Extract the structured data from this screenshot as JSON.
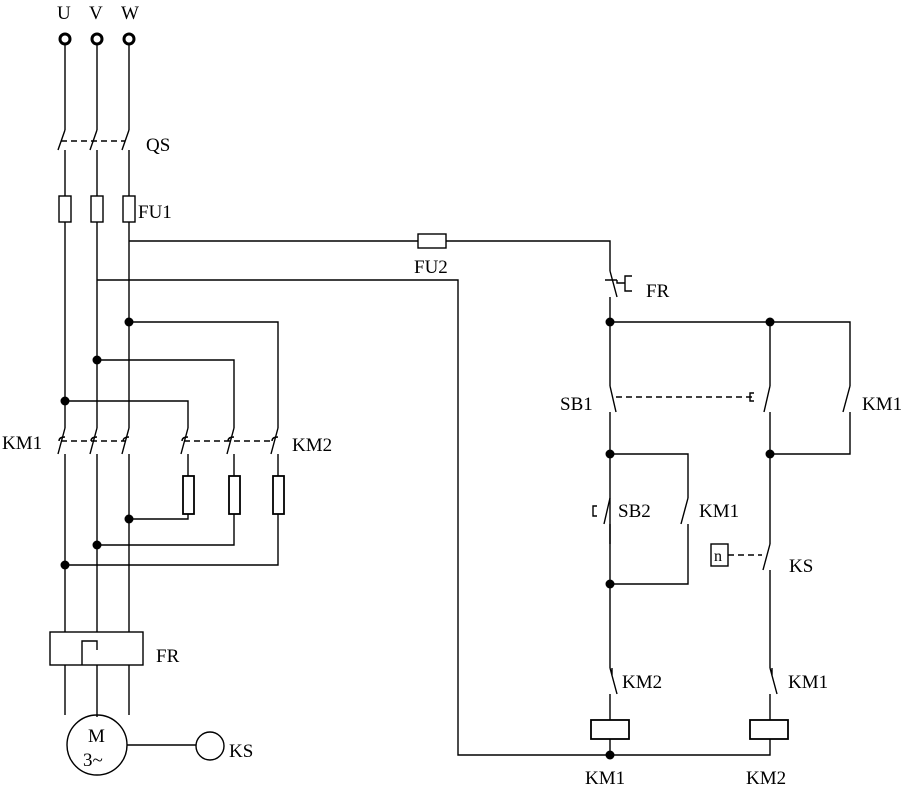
{
  "diagram": {
    "phases": {
      "u": "U",
      "v": "V",
      "w": "W"
    },
    "labels": {
      "qs": "QS",
      "fu1": "FU1",
      "fu2": "FU2",
      "fr_contact": "FR",
      "fr_relay": "FR",
      "km1_main": "KM1",
      "km2_main": "KM2",
      "sb1": "SB1",
      "sb2": "SB2",
      "km1_hold_sb2": "KM1",
      "km1_hold_top": "KM1",
      "ks_contact": "KS",
      "ks_device": "KS",
      "km2_interlock": "KM2",
      "km1_interlock": "KM1",
      "km1_coil": "KM1",
      "km2_coil": "KM2",
      "motor_m": "M",
      "motor_phase": "3~",
      "speed_n": "n"
    }
  }
}
